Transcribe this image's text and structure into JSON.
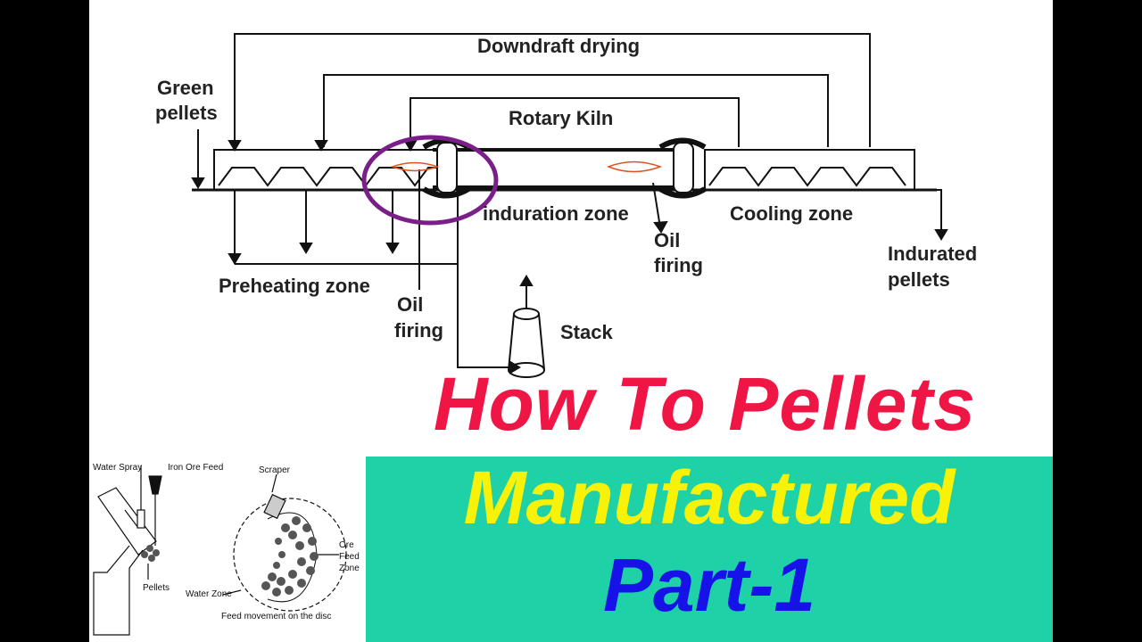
{
  "diagram": {
    "downdraft_drying": "Downdraft drying",
    "green_pellets_1": "Green",
    "green_pellets_2": "pellets",
    "rotary_kiln": "Rotary  Kiln",
    "induration_zone": "induration zone",
    "cooling_zone": "Cooling  zone",
    "oil_firing_right_1": "Oil",
    "oil_firing_right_2": "firing",
    "indurated_pellets_1": "Indurated",
    "indurated_pellets_2": "pellets",
    "preheating_zone": "Preheating  zone",
    "oil_firing_left_1": "Oil",
    "oil_firing_left_2": "firing",
    "stack": "Stack"
  },
  "title": {
    "line1": "How To Pellets",
    "line2": "Manufactured",
    "line3": "Part-1"
  },
  "inset": {
    "water_spray": "Water Spray",
    "iron_ore_feed": "Iron Ore Feed",
    "scraper": "Scraper",
    "ore": "Ore",
    "feed": "Feed",
    "zone": "Zone",
    "pellets": "Pellets",
    "water_zone": "Water Zone",
    "feed_movement": "Feed movement on the disc"
  },
  "colors": {
    "title1": "#ef1646",
    "title2": "#f7f207",
    "title3": "#1713e8",
    "teal_band": "#1fd1a7",
    "highlight_circle": "#7a1f8a",
    "flame": "#e0531f"
  }
}
